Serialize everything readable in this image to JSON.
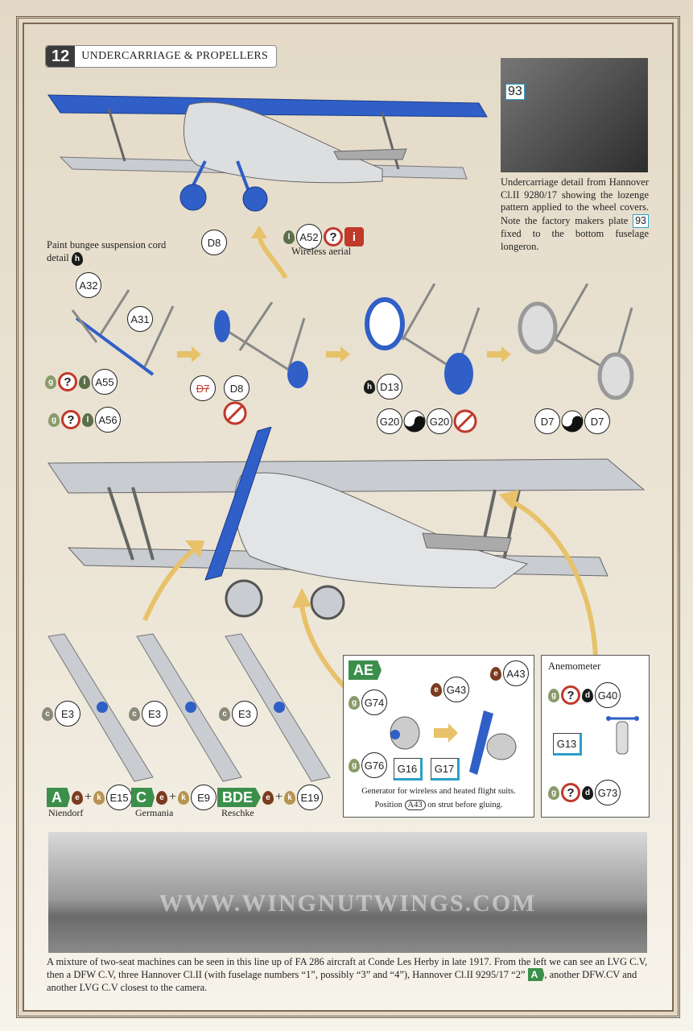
{
  "header": {
    "number": "12",
    "title": "UNDERCARRIAGE & PROPELLERS"
  },
  "photo_top": {
    "plate": "93",
    "caption_a": "Undercarriage detail from Hannover Cl.II 9280/17 showing the lozenge pattern applied to the wheel covers. Note the factory makers plate",
    "caption_plate": "93",
    "caption_b": "fixed to the bottom fuselage longeron."
  },
  "top_callouts": {
    "d8": "D8",
    "a52": "A52",
    "q": "?",
    "info": "i",
    "drop_l": "l",
    "wireless": "Wireless aerial"
  },
  "bungee": {
    "text": "Paint bungee suspension cord detail",
    "drop": "h"
  },
  "steps": {
    "step1": {
      "a32": "A32",
      "a31": "A31",
      "a55": "A55",
      "a56": "A56",
      "drop_g": "g",
      "drop_l": "l",
      "q": "?"
    },
    "step2": {
      "d7": "D7",
      "d8": "D8"
    },
    "step3": {
      "d13": "D13",
      "drop_h": "h",
      "g20a": "G20",
      "g20b": "G20"
    },
    "step4": {
      "d7a": "D7",
      "d7b": "D7"
    }
  },
  "props": [
    {
      "part": "E3",
      "drop": "c",
      "tag": "A",
      "mix_e": "e",
      "mix_k": "k",
      "part2": "E15",
      "name": "Niendorf"
    },
    {
      "part": "E3",
      "drop": "c",
      "tag": "C",
      "mix_e": "e",
      "mix_k": "k",
      "part2": "E9",
      "name": "Germania"
    },
    {
      "part": "E3",
      "drop": "c",
      "tag": "BDE",
      "mix_e": "e",
      "mix_k": "k",
      "part2": "E19",
      "name": "Reschke"
    }
  ],
  "ae_panel": {
    "tag": "AE",
    "g74": "G74",
    "g76": "G76",
    "g16": "G16",
    "g17": "G17",
    "g43": "G43",
    "a43": "A43",
    "drop_e": "e",
    "drop_g": "g",
    "caption1": "Generator for wireless and heated flight suits.",
    "caption2a": "Position",
    "caption2_part": "A43",
    "caption2b": "on strut before gluing."
  },
  "anemometer": {
    "title": "Anemometer",
    "g40": "G40",
    "g13": "G13",
    "g73": "G73",
    "drop_g": "g",
    "drop_d": "d",
    "q": "?"
  },
  "bottom_caption": {
    "text": "A mixture of two-seat machines can be seen in this line up of FA 286 aircraft at Conde Les Herby in late 1917. From the left we can see an LVG C.V, then a DFW C.V, three Hannover Cl.II (with fuselage numbers “1”, possibly “3” and “4”), Hannover Cl.II 9295/17 “2”",
    "tag": "A",
    "text2": ", another DFW.CV and another LVG C.V closest to the camera."
  },
  "watermark": "WWW.WINGNUTWINGS.COM",
  "colors": {
    "blue": "#2f5fc7",
    "green": "#3c8f4b",
    "red": "#c0392b",
    "sage": "#8a9a6a",
    "brown": "#7a3b1e",
    "tan": "#b6934f",
    "black": "#1a1a1a",
    "yellow_arrow": "#e7c26a"
  }
}
